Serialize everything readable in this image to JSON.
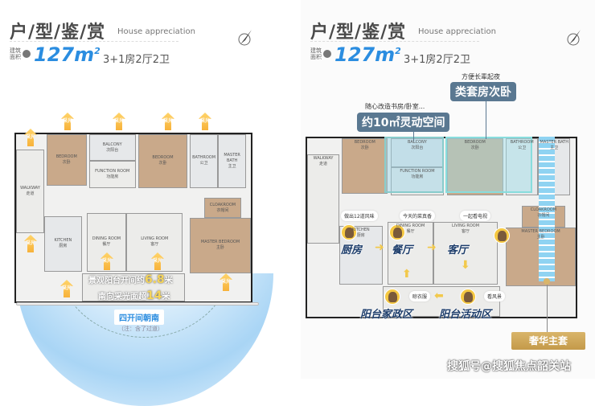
{
  "header": {
    "title": "户/型/鉴/赏",
    "title_en": "House appreciation",
    "area_label": "建筑面积",
    "area_value": "127m",
    "area_unit": "2",
    "layout": "3+1房2厅2卫"
  },
  "rooms": [
    {
      "en": "BEDROOM",
      "zh": "次卧"
    },
    {
      "en": "BALCONY",
      "zh": "次阳台"
    },
    {
      "en": "FUNCTION ROOM",
      "zh": "功能房"
    },
    {
      "en": "BEDROOM",
      "zh": "次卧"
    },
    {
      "en": "BATHROOM",
      "zh": "公卫"
    },
    {
      "en": "MASTER BATH",
      "zh": "主卫"
    },
    {
      "en": "WALKWAY",
      "zh": "走道"
    },
    {
      "en": "CLOAKROOM",
      "zh": "衣帽间"
    },
    {
      "en": "KITCHEN",
      "zh": "厨房"
    },
    {
      "en": "DINING ROOM",
      "zh": "餐厅"
    },
    {
      "en": "LIVING ROOM",
      "zh": "客厅"
    },
    {
      "en": "MASTER BEDROOM",
      "zh": "主卧"
    }
  ],
  "left": {
    "sun_label": "采光",
    "balcony_width": "景观阳台开间约",
    "balcony_width_value": "6.8",
    "balcony_width_unit": "米",
    "south_width": "南向采光面超",
    "south_width_value": "14",
    "south_width_unit": "米",
    "orientation_badge": "四开间朝南",
    "note": "（注：含了过道）"
  },
  "right": {
    "flex_caption": "随心改造书房/卧室...",
    "flex_callout": "约10㎡灵动空间",
    "suite_caption": "方便长辈起夜",
    "suite_callout": "类套房次卧",
    "bubbles": [
      "做出12道风味",
      "今天的菜真香",
      "一起看电视",
      "晾衣服",
      "看风景"
    ],
    "zones": [
      "厨房",
      "餐厅",
      "客厅",
      "阳台家政区",
      "阳台活动区"
    ],
    "master_badge": "奢华主套"
  },
  "watermark": "搜狐号@搜狐焦点韶关站"
}
